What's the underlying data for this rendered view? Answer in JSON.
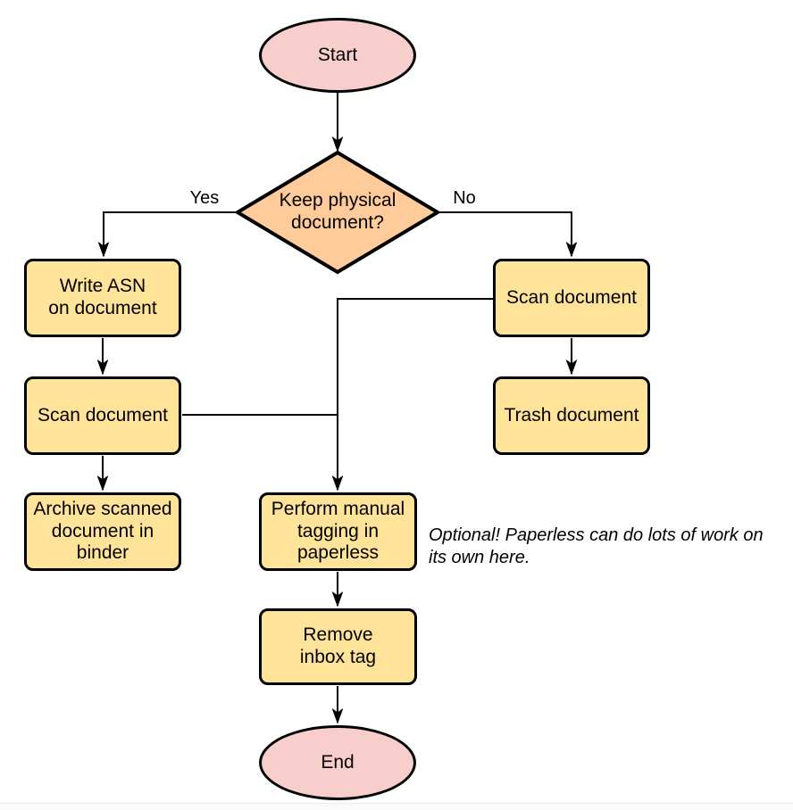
{
  "colors": {
    "terminal_fill": "#f8cecc",
    "decision_fill": "#ffcb9a",
    "process_fill": "#ffe399",
    "border": "#000000",
    "edge": "#000000"
  },
  "nodes": {
    "start": {
      "label": "Start",
      "type": "terminal"
    },
    "decision": {
      "label": "Keep physical\ndocument?",
      "type": "decision"
    },
    "write_asn": {
      "label": "Write ASN\non document",
      "type": "process"
    },
    "scan_left": {
      "label": "Scan document",
      "type": "process"
    },
    "archive": {
      "label": "Archive scanned\ndocument in\nbinder",
      "type": "process"
    },
    "scan_right": {
      "label": "Scan document",
      "type": "process"
    },
    "trash": {
      "label": "Trash document",
      "type": "process"
    },
    "perform_tagging": {
      "label": "Perform manual\ntagging in\npaperless",
      "type": "process"
    },
    "remove_inbox": {
      "label": "Remove\ninbox tag",
      "type": "process"
    },
    "end": {
      "label": "End",
      "type": "terminal"
    }
  },
  "edge_labels": {
    "yes": "Yes",
    "no": "No"
  },
  "note": {
    "line1": "Optional! Paperless can do lots of work on",
    "line2": "its own here."
  }
}
